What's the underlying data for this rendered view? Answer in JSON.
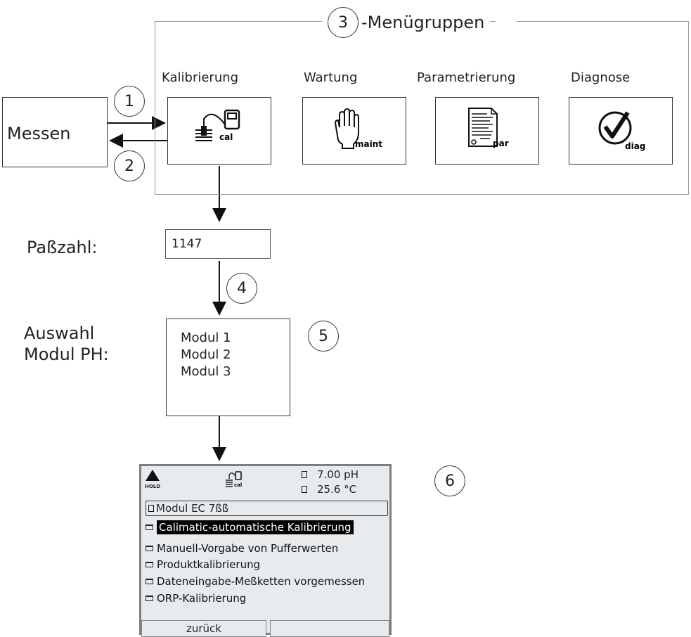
{
  "labels": {
    "messen": "Messen",
    "passzahl_label": "Paßzahl:",
    "auswahl_line1": "Auswahl",
    "auswahl_line2": "Modul PH:",
    "menugruppen": "-Menügruppen"
  },
  "callouts": [
    "1",
    "2",
    "3",
    "4",
    "5",
    "6"
  ],
  "menu_groups": [
    {
      "title": "Kalibrierung",
      "icon": "calibration-icon",
      "icon_text": "cal"
    },
    {
      "title": "Wartung",
      "icon": "maintenance-hand-icon",
      "icon_text": "maint"
    },
    {
      "title": "Parametrierung",
      "icon": "parameter-document-icon",
      "icon_text": "par"
    },
    {
      "title": "Diagnose",
      "icon": "diagnosis-check-icon",
      "icon_text": "diag"
    }
  ],
  "passcode_value": "1147",
  "modules": [
    "Modul 1",
    "Modul 2",
    "Modul 3"
  ],
  "screen": {
    "hold": "HOLD",
    "cal_icon_text": "cal",
    "reading_ph": "7.00 pH",
    "reading_temp": "25.6 °C",
    "module_title": "Modul EC 7ßß",
    "items": [
      "Calimatic-automatische Kalibrierung",
      "Manuell-Vorgabe von Pufferwerten",
      "Produktkalibrierung",
      "Dateneingabe-Meßketten vorgemessen",
      "ORP-Kalibrierung"
    ],
    "selected_index": 0,
    "softkey_left": "zurück",
    "softkey_right": ""
  },
  "colors": {
    "line": "#333333",
    "frame": "#999999",
    "screen_bg": "#e8ebee",
    "screen_border": "#7b7f84",
    "highlight": "#000000"
  }
}
